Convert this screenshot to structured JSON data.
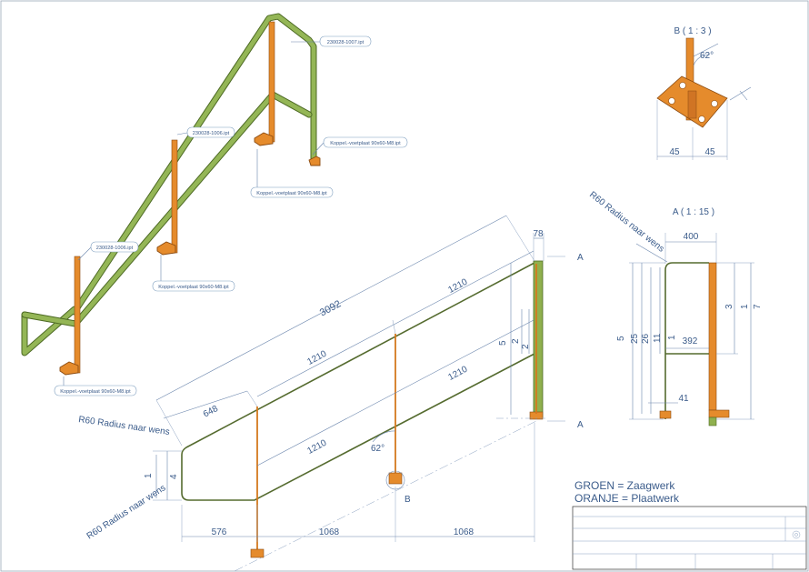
{
  "colors": {
    "green": "#8fb04e",
    "orange": "#e58b2c",
    "dimension": "#3a5b8a",
    "line": "#556b2f"
  },
  "iso_labels": [
    "230028-1007.ipt",
    "230028-1006.ipt",
    "230028-1006.ipt",
    "Koppel.-voetplaat 90x60-M8.ipt",
    "Koppel.-voetplaat 90x60-M8.ipt",
    "Koppel.-voetplaat 90x60-M8.ipt",
    "Koppel.-voetplaat 90x60-M8.ipt"
  ],
  "detail_b": {
    "title": "B ( 1 : 3 )",
    "angle": "62°",
    "dim_left": "45",
    "dim_right": "45"
  },
  "detail_a": {
    "title": "A ( 1 : 15 )",
    "radius_note": "R60 Radius naar wens",
    "width": "400",
    "inner_width": "392",
    "foot": "41",
    "left_dims": [
      "5",
      "25",
      "26",
      "11"
    ],
    "right_dims": [
      "3",
      "1",
      "7"
    ],
    "mid_dim": "1"
  },
  "main_view": {
    "overall": "3092",
    "post_width": "78",
    "segments_top": [
      "648",
      "1210",
      "1210"
    ],
    "segments_bottom": [
      "1210",
      "1210"
    ],
    "bottom_dims": [
      "576",
      "1068",
      "1068"
    ],
    "angle": "62°",
    "radius_top": "R60 Radius naar wens",
    "radius_bottom": "R60 Radius naar wens",
    "left_dims": [
      "1",
      "4"
    ],
    "right_dims": [
      "5",
      "2",
      "2"
    ],
    "section_mark": "A",
    "detail_mark": "B"
  },
  "legend": {
    "green": "GROEN = Zaagwerk",
    "orange": "ORANJE = Plaatwerk"
  }
}
